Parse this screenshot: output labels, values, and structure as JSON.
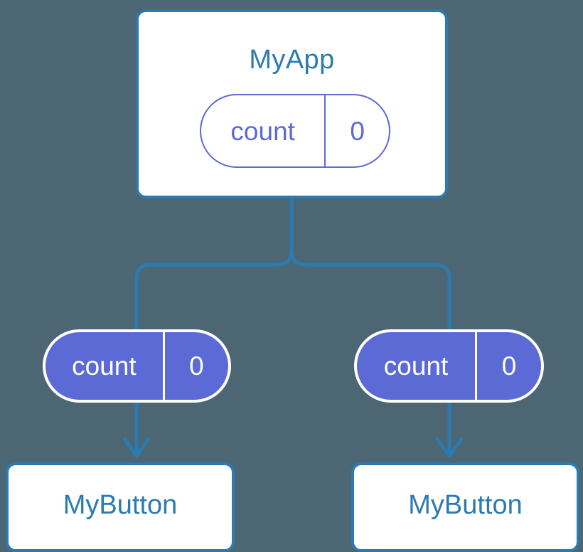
{
  "theme": {
    "background": "#4c6673",
    "line_blue": "#2b7baf",
    "accent_purple": "#5c6ad6",
    "card_fill": "#ffffff",
    "text_on_purple": "#ffffff"
  },
  "diagram": {
    "type": "component-state-propagation-tree",
    "root": {
      "title": "MyApp",
      "state": {
        "key": "count",
        "value": "0"
      }
    },
    "propagated_state": [
      {
        "key": "count",
        "value": "0"
      },
      {
        "key": "count",
        "value": "0"
      }
    ],
    "leaves": [
      {
        "title": "MyButton"
      },
      {
        "title": "MyButton"
      }
    ]
  }
}
